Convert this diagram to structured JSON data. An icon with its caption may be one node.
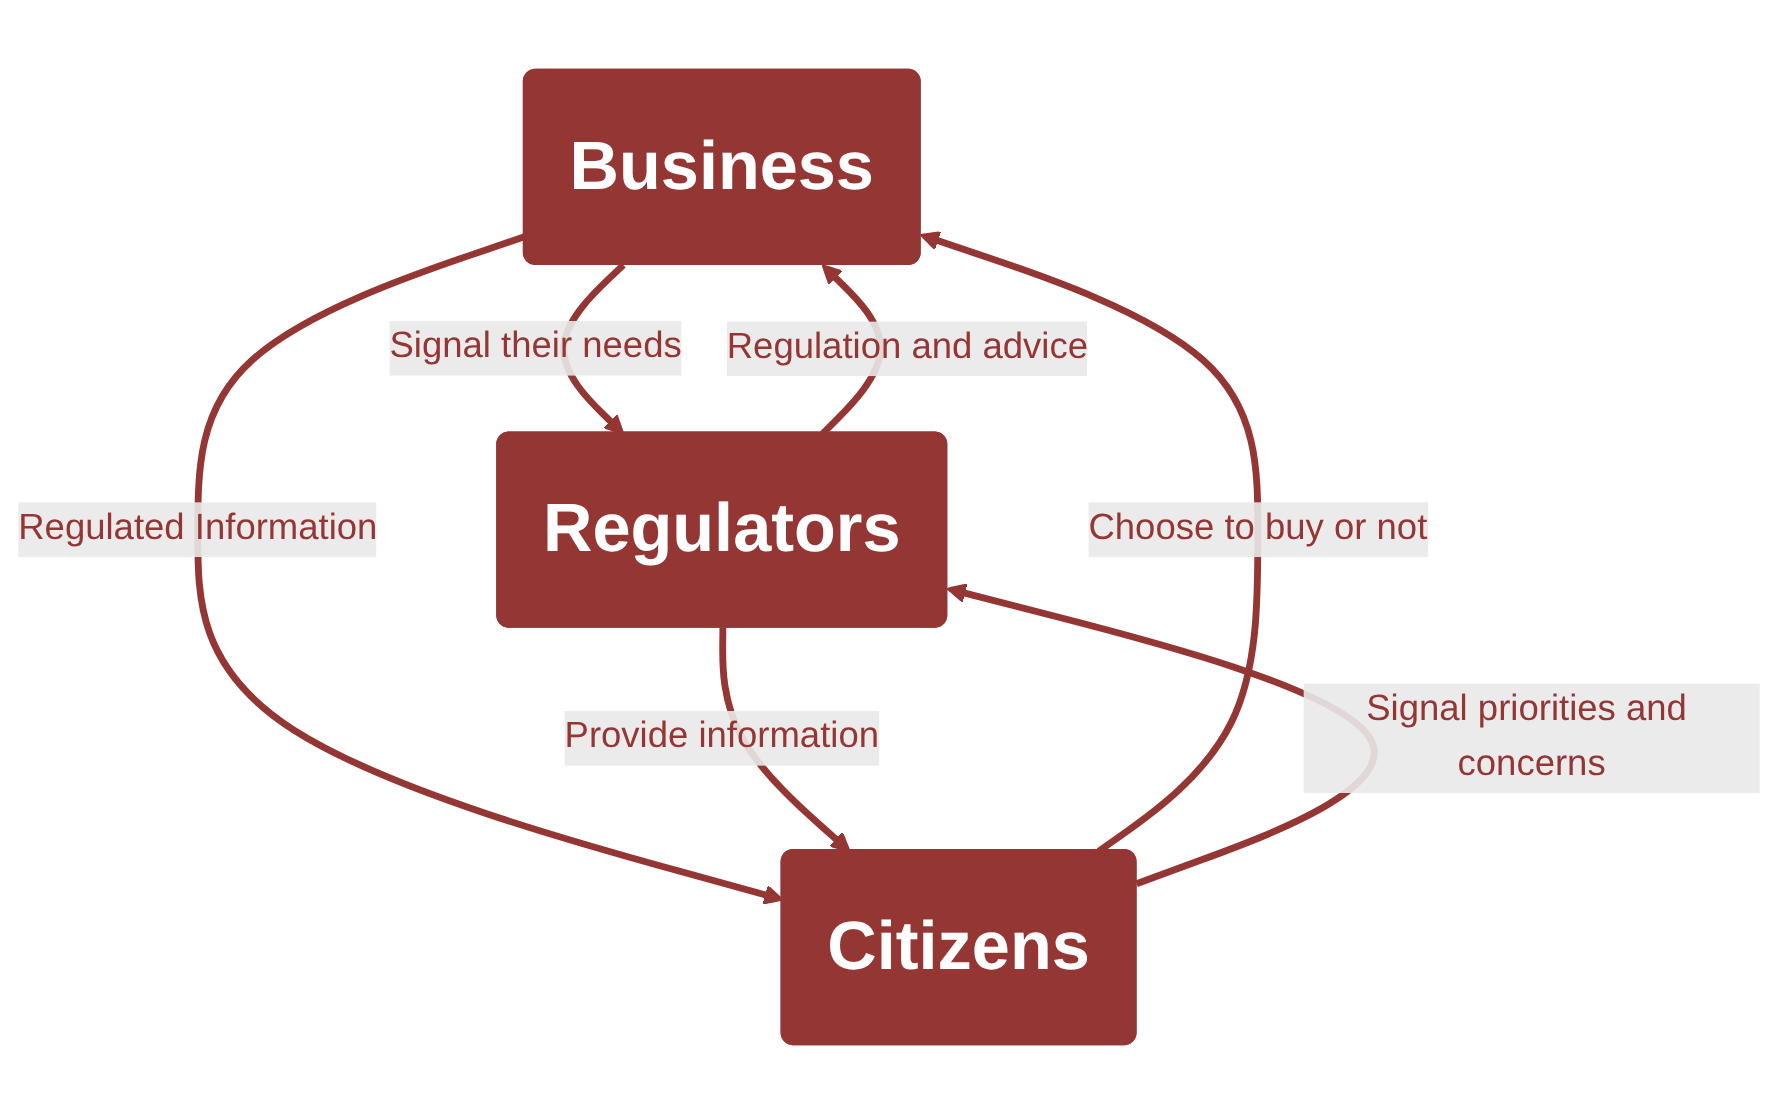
{
  "diagram": {
    "nodes": [
      {
        "text": [
          "Business"
        ]
      },
      {
        "text": [
          "Regulators"
        ]
      },
      {
        "text": [
          "Citizens"
        ]
      }
    ],
    "edges": [
      {
        "from": 0,
        "to": 1,
        "arrow": "to",
        "label": "Signal their needs"
      },
      {
        "from": 1,
        "to": 0,
        "arrow": "to",
        "label": "Regulation and advice"
      },
      {
        "from": 0,
        "to": 2,
        "arrow": "to",
        "label": "Regulated Information"
      },
      {
        "from": 2,
        "to": 0,
        "arrow": "to",
        "label": "Choose to buy or not"
      },
      {
        "from": 1,
        "to": 2,
        "arrow": "to",
        "label": "Provide information"
      },
      {
        "from": 2,
        "to": 1,
        "arrow": "to",
        "label": "Signal priorities and concerns"
      }
    ]
  }
}
